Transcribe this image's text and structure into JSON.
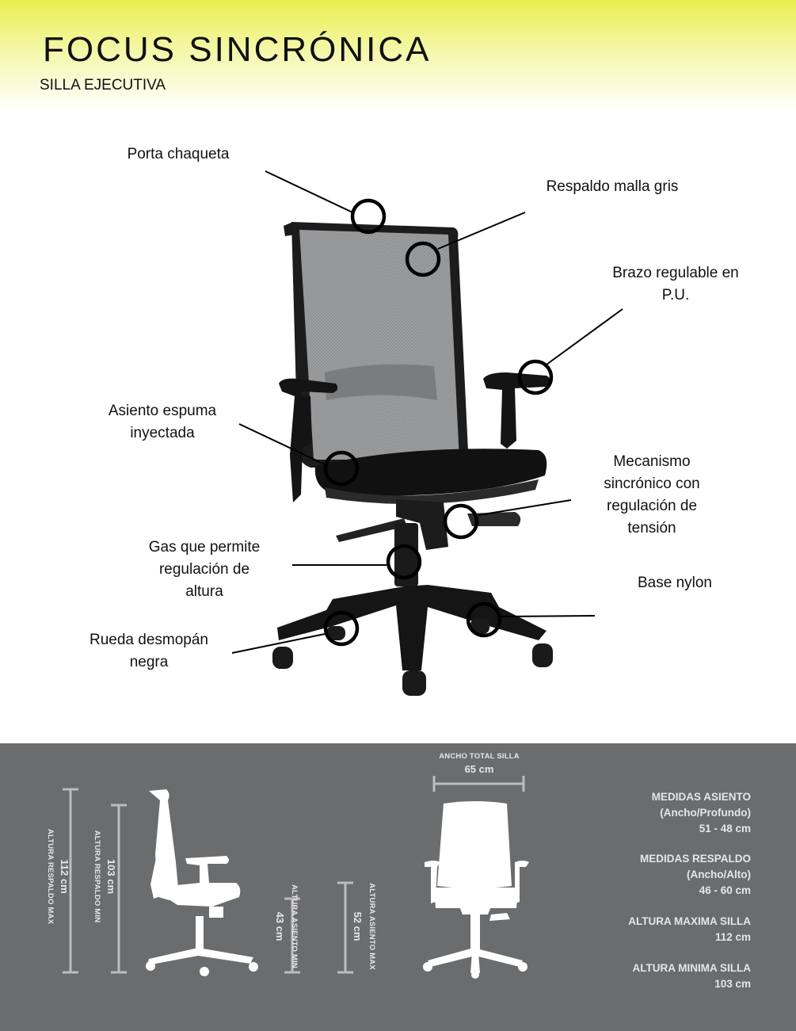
{
  "header": {
    "title": "FOCUS SINCRÓNICA",
    "subtitle": "SILLA EJECUTIVA"
  },
  "callouts": {
    "porta_chaqueta": "Porta chaqueta",
    "respaldo": "Respaldo malla gris",
    "brazo_1": "Brazo regulable en",
    "brazo_2": "P.U.",
    "asiento_1": "Asiento espuma",
    "asiento_2": "inyectada",
    "mecanismo_1": "Mecanismo",
    "mecanismo_2": "sincrónico con",
    "mecanismo_3": "regulación de",
    "mecanismo_4": "tensión",
    "gas_1": "Gas que permite",
    "gas_2": "regulación de",
    "gas_3": "altura",
    "base": "Base nylon",
    "rueda_1": "Rueda desmopán",
    "rueda_2": "negra"
  },
  "dimensions": {
    "ancho_total": {
      "caption": "ANCHO TOTAL SILLA",
      "value": "65 cm"
    },
    "respaldo_max": {
      "caption": "ALTURA RESPALDO MAX",
      "value": "112 cm"
    },
    "respaldo_min": {
      "caption": "ALTURA RESPALDO MIN",
      "value": "103 cm"
    },
    "asiento_min": {
      "caption": "ALTURA ASIENTO MIN",
      "value": "43 cm"
    },
    "asiento_max": {
      "caption": "ALTURA ASIENTO MAX",
      "value": "52 cm"
    }
  },
  "specs": [
    {
      "title": "MEDIDAS ASIENTO",
      "sub": "(Ancho/Profundo)",
      "value": "51 - 48 cm"
    },
    {
      "title": "MEDIDAS RESPALDO",
      "sub": "(Ancho/Alto)",
      "value": "46 - 60 cm"
    },
    {
      "title": "ALTURA MAXIMA SILLA",
      "value": "112 cm"
    },
    {
      "title": "ALTURA MINIMA SILLA",
      "value": "103 cm"
    }
  ],
  "colors": {
    "header_accent": "#e8f04e",
    "spec_panel": "#6b6c6e",
    "mesh": "#8e8f91",
    "frame": "#1a1a1a"
  }
}
